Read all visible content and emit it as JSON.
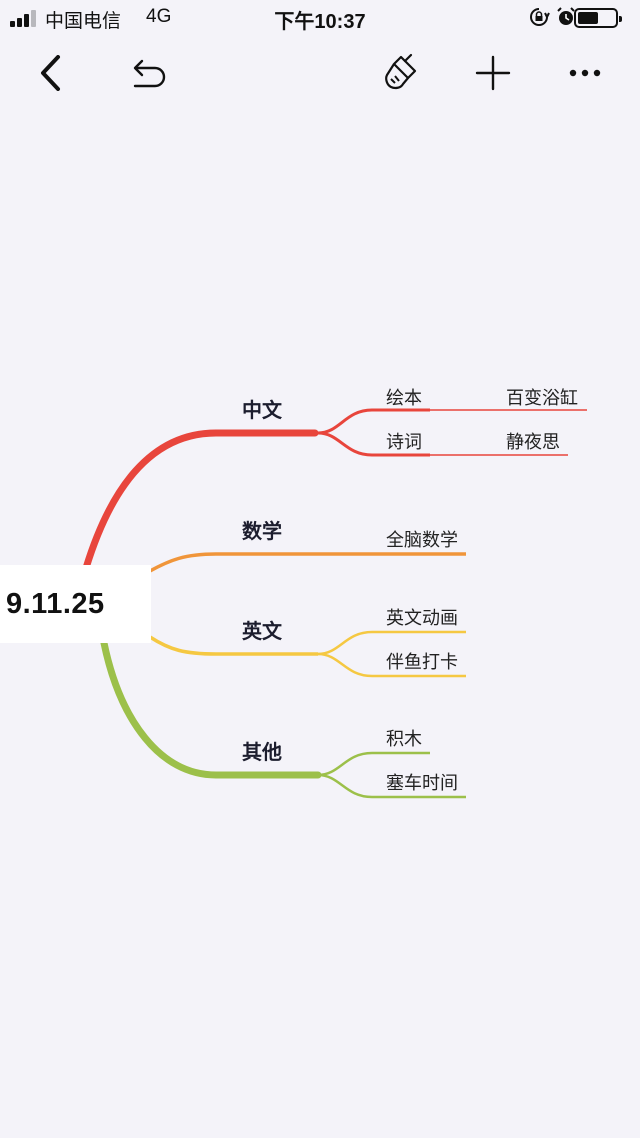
{
  "status_bar": {
    "carrier": "中国电信",
    "network": "4G",
    "time": "下午10:37",
    "battery_level": 0.55
  },
  "toolbar": {
    "icons": [
      "back-icon",
      "undo-icon",
      "paint-brush-icon",
      "add-icon",
      "more-icon"
    ]
  },
  "mindmap": {
    "root": "9.11.25",
    "branches": [
      {
        "label": "中文",
        "color": "#e8453c",
        "children": [
          {
            "label": "绘本",
            "children": [
              {
                "label": "百变浴缸"
              }
            ]
          },
          {
            "label": "诗词",
            "children": [
              {
                "label": "静夜思"
              }
            ]
          }
        ]
      },
      {
        "label": "数学",
        "color": "#f0953a",
        "children": [
          {
            "label": "全脑数学"
          }
        ]
      },
      {
        "label": "英文",
        "color": "#f5c842",
        "children": [
          {
            "label": "英文动画"
          },
          {
            "label": "伴鱼打卡"
          }
        ]
      },
      {
        "label": "其他",
        "color": "#9cc04a",
        "children": [
          {
            "label": "积木"
          },
          {
            "label": "塞车时间"
          }
        ]
      }
    ]
  }
}
